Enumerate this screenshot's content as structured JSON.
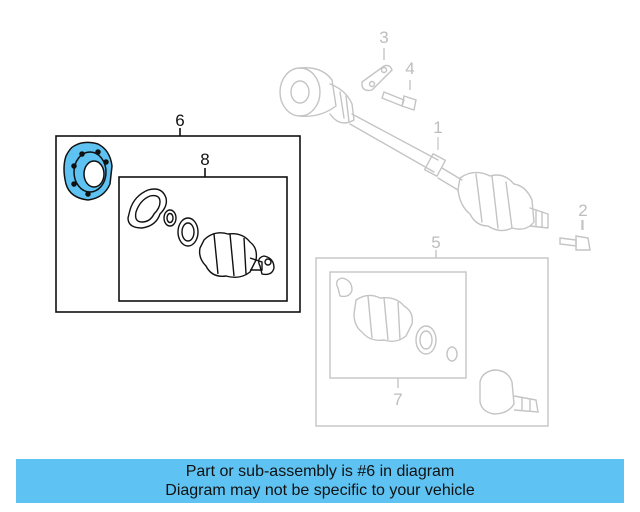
{
  "callouts": {
    "c1": "1",
    "c2": "2",
    "c3": "3",
    "c4": "4",
    "c5": "5",
    "c6": "6",
    "c7": "7",
    "c8": "8"
  },
  "highlight_color": "#5ec3f2",
  "banner": {
    "line1": "Part or sub-assembly is #6 in diagram",
    "line2": "Diagram may not be specific to your vehicle"
  }
}
